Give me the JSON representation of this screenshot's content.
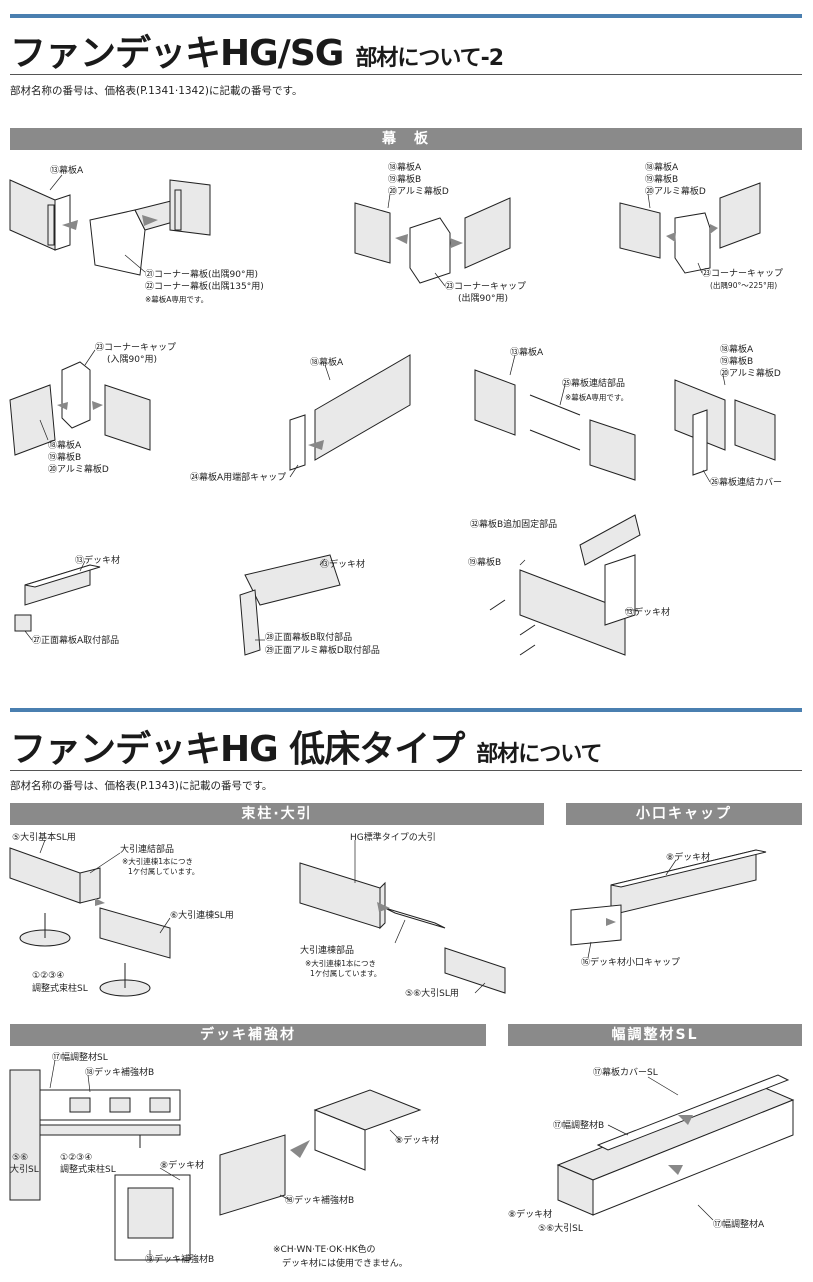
{
  "section1": {
    "title_main": "ファンデッキHG/SG",
    "title_sub": "部材について-2",
    "note": "部材名称の番号は、価格表(P.1341·1342)に記載の番号です。",
    "bar": "幕　板",
    "d1": {
      "a": "⑬幕板A",
      "b": "㉑コーナー幕板(出隅90°用)",
      "c": "㉒コーナー幕板(出隅135°用)",
      "note": "※幕板A専用です。"
    },
    "d2": {
      "a": "⑱幕板A",
      "b": "⑲幕板B",
      "c": "⑳アルミ幕板D",
      "d": "㉓コーナーキャップ",
      "e": "(出隅90°用)"
    },
    "d3": {
      "a": "⑱幕板A",
      "b": "⑲幕板B",
      "c": "⑳アルミ幕板D",
      "d": "㉓コーナーキャップ",
      "e": "(出隅90°～225°用)"
    },
    "d4": {
      "a": "㉓コーナーキャップ",
      "b": "(入隅90°用)",
      "c": "⑱幕板A",
      "d": "⑲幕板B",
      "e": "⑳アルミ幕板D"
    },
    "d5": {
      "a": "⑱幕板A",
      "b": "㉔幕板A用端部キャップ"
    },
    "d6": {
      "a": "⑬幕板A",
      "b": "㉕幕板連結部品",
      "c": "※幕板A専用です。"
    },
    "d7": {
      "a": "⑱幕板A",
      "b": "⑲幕板B",
      "c": "⑳アルミ幕板D",
      "d": "㉖幕板連結カバー"
    },
    "d8": {
      "a": "⑬デッキ材",
      "b": "㉗正面幕板A取付部品"
    },
    "d9": {
      "a": "⑬デッキ材",
      "b": "㉘正面幕板B取付部品",
      "c": "㉙正面アルミ幕板D取付部品"
    },
    "d10": {
      "a": "㉜幕板B追加固定部品",
      "b": "⑲幕板B",
      "c": "⑬デッキ材"
    }
  },
  "section2": {
    "title_main": "ファンデッキHG 低床タイプ",
    "title_sub": "部材について",
    "note": "部材名称の番号は、価格表(P.1343)に記載の番号です。",
    "bar1": "束柱·大引",
    "bar2": "小口キャップ",
    "bar3": "デッキ補強材",
    "bar4": "幅調整材SL",
    "e1": {
      "a": "⑤大引基本SL用",
      "b": "大引連結部品",
      "c": "※大引連棟1本につき",
      "d": "1ケ付属しています。",
      "e": "⑥大引連棟SL用",
      "f": "①②③④",
      "g": "調整式束柱SL"
    },
    "e2": {
      "a": "HG標準タイプの大引",
      "b": "大引連棟部品",
      "c": "※大引連棟1本につき",
      "d": "1ケ付属しています。",
      "e": "⑤⑥大引SL用"
    },
    "e3": {
      "a": "⑧デッキ材",
      "b": "⑯デッキ材小口キャップ"
    },
    "e4": {
      "a": "⑰幅調整材SL",
      "b": "⑱デッキ補強材B",
      "c": "⑤⑥",
      "d": "大引SL",
      "e": "①②③④",
      "f": "調整式束柱SL",
      "g": "⑧デッキ材",
      "h": "⑱デッキ補強材B"
    },
    "e5": {
      "a": "⑧デッキ材",
      "b": "⑱デッキ補強材B",
      "c": "※CH·WN·TE·OK·HK色の",
      "d": "デッキ材には使用できません。"
    },
    "e6": {
      "a": "⑰幕板カバーSL",
      "b": "⑰幅調整材B",
      "c": "⑧デッキ材",
      "d": "⑤⑥大引SL",
      "e": "⑰幅調整材A"
    }
  }
}
